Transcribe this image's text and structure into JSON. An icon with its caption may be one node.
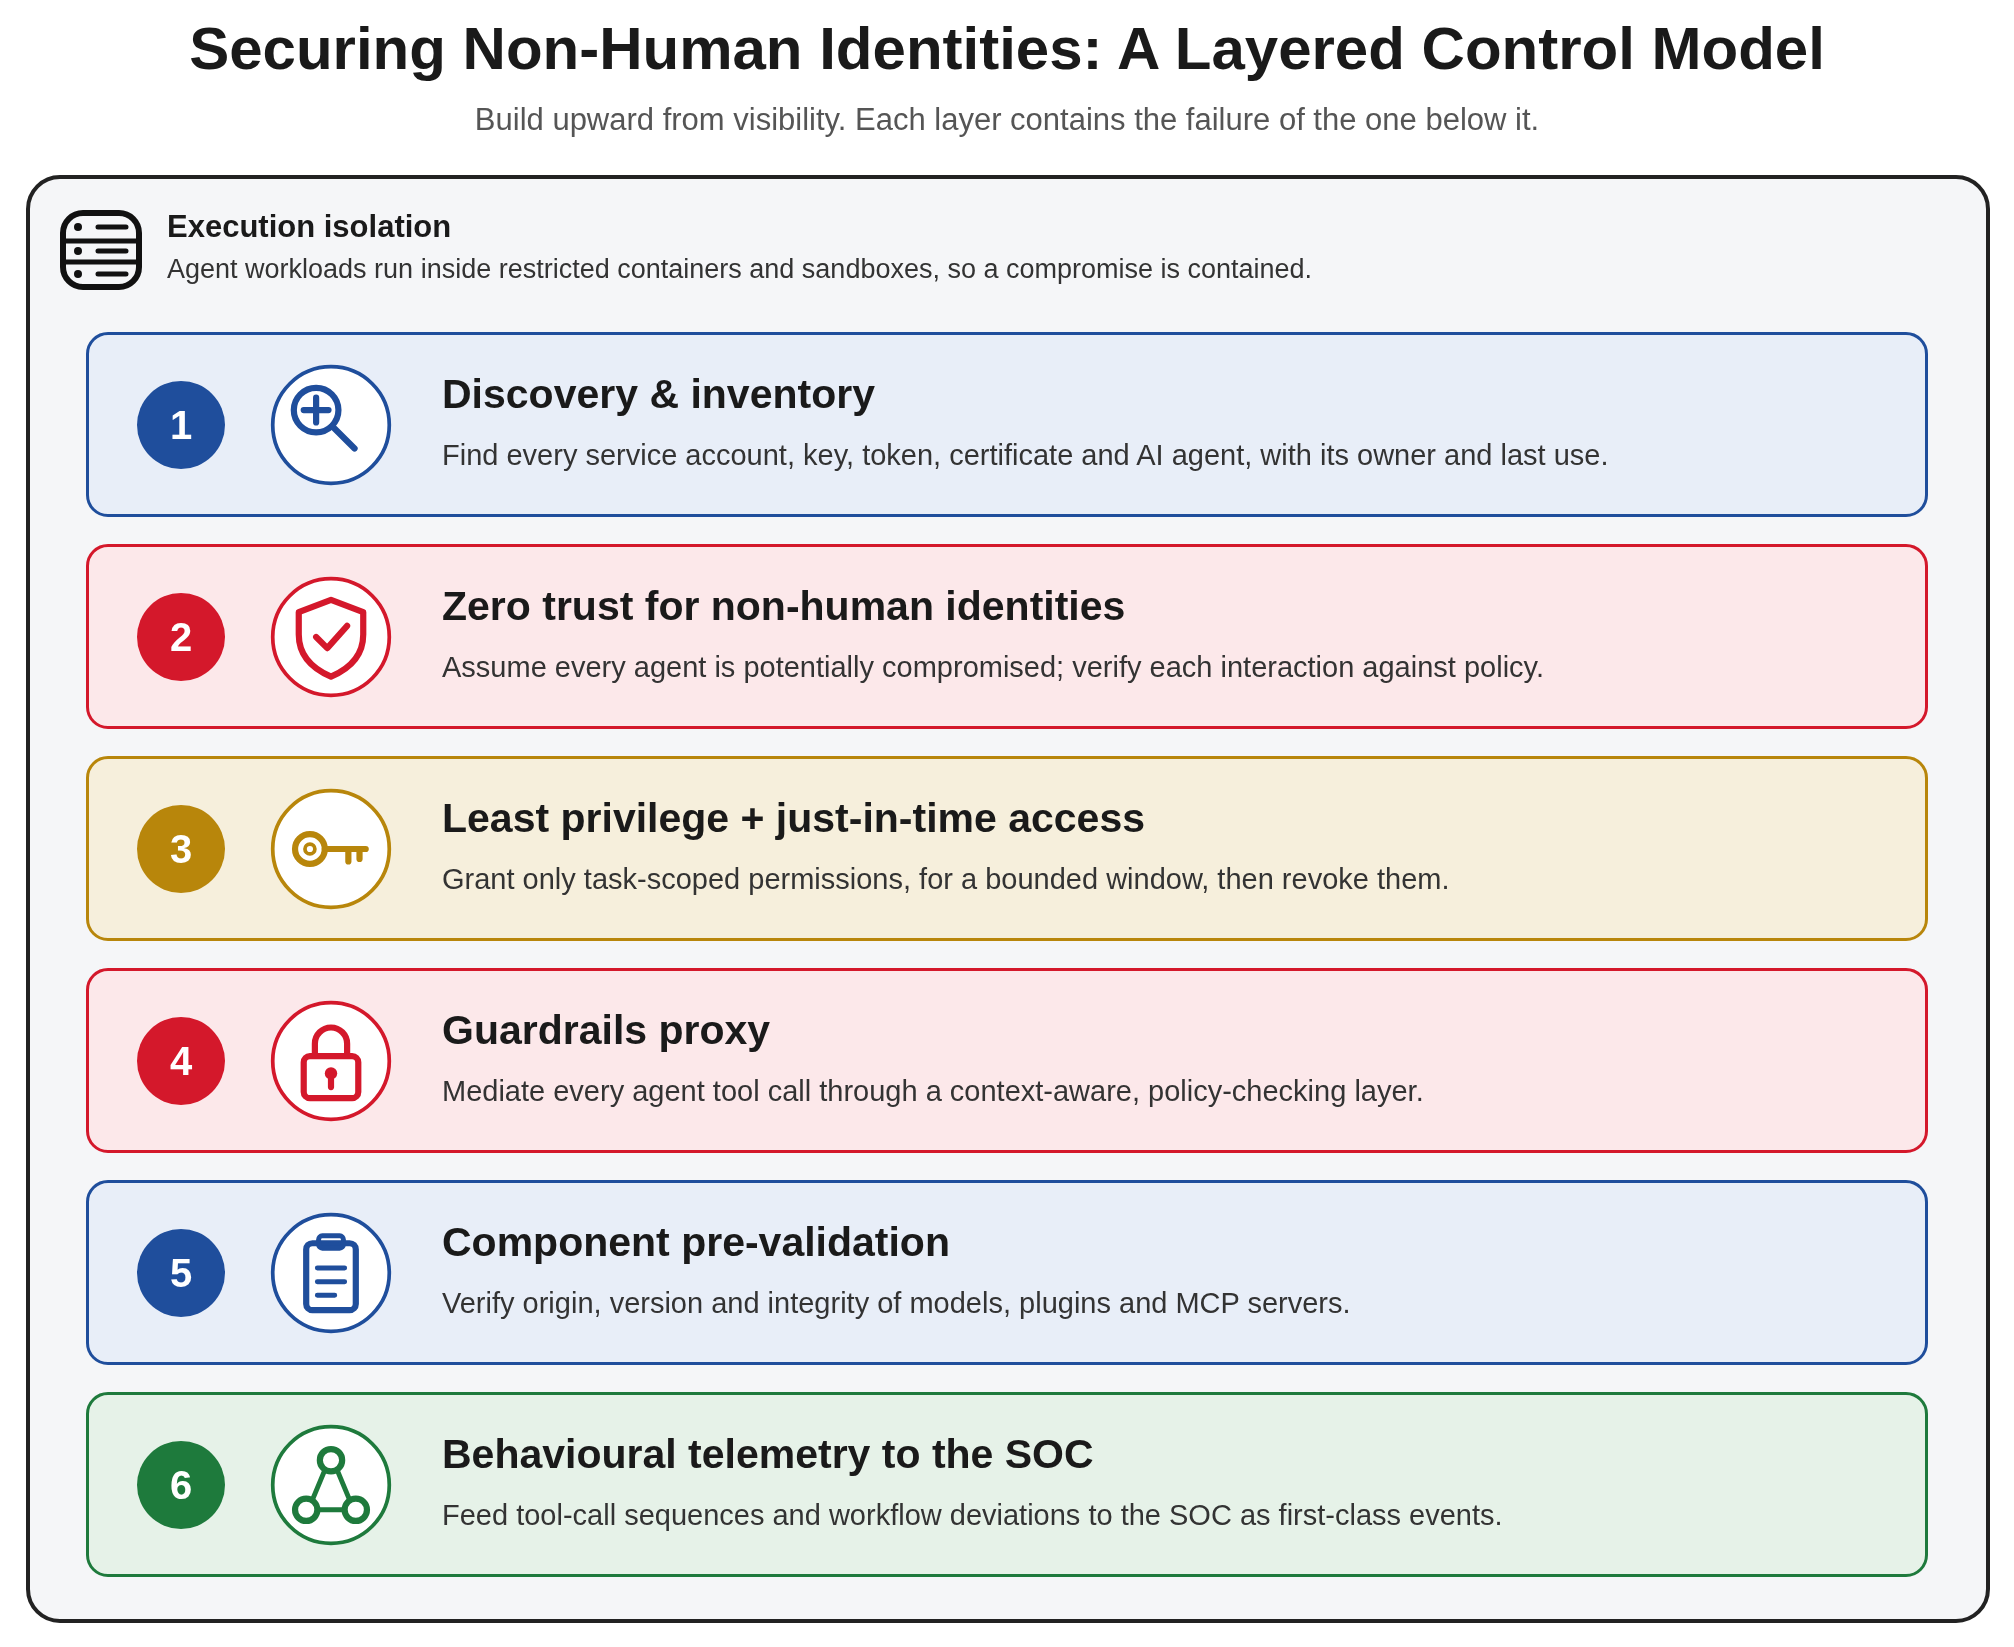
{
  "diagram": {
    "title": "Securing Non-Human Identities: A Layered Control Model",
    "nodes": [
      {
        "text": [
          "Execution isolation",
          "Agent workloads run inside restricted containers and sandboxes, so a compromise is contained."
        ]
      },
      {
        "text": [
          "Discovery & inventory",
          "Find every service account, key, token, certificate and AI agent, with its owner and last use."
        ],
        "in": 0
      },
      {
        "text": [
          "1"
        ],
        "in": 1
      },
      {
        "text": [
          "Zero trust for non-human identities",
          "Assume every agent is potentially compromised; verify each interaction against policy."
        ],
        "in": 0
      },
      {
        "text": [
          "2"
        ],
        "in": 3
      },
      {
        "text": [
          "Least privilege + just-in-time access",
          "Grant only task-scoped permissions, for a bounded window, then revoke them."
        ],
        "in": 0
      },
      {
        "text": [
          "3"
        ],
        "in": 5
      },
      {
        "text": [
          "Guardrails proxy",
          "Mediate every agent tool call through a context-aware, policy-checking layer."
        ],
        "in": 0
      },
      {
        "text": [
          "4"
        ],
        "in": 7
      },
      {
        "text": [
          "Component pre-validation",
          "Verify origin, version and integrity of models, plugins and MCP servers."
        ],
        "in": 0
      },
      {
        "text": [
          "5"
        ],
        "in": 9
      },
      {
        "text": [
          "Behavioural telemetry to the SOC",
          "Feed tool-call sequences and workflow deviations to the SOC as first-class events."
        ],
        "in": 0
      },
      {
        "text": [
          "6"
        ],
        "in": 11
      }
    ],
    "edges": [],
    "labels": [
      "Build upward from visibility. Each layer contains the failure of the one below it."
    ]
  }
}
